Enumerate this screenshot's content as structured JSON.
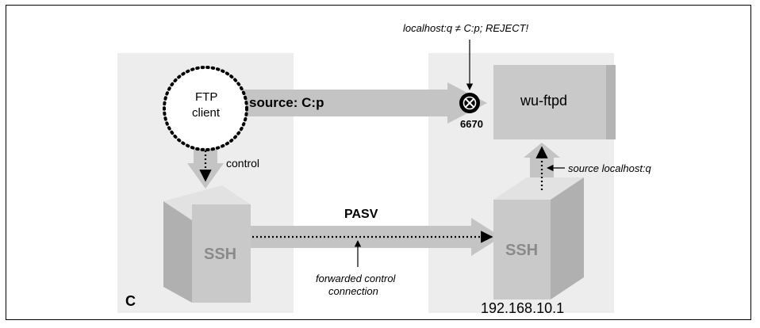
{
  "labels": {
    "reject_note": "localhost:q ≠ C:p; REJECT!",
    "ftp_client": [
      "FTP",
      "client"
    ],
    "source_cp": "source: C:p",
    "port": "6670",
    "wu_ftpd": "wu-ftpd",
    "control": "control",
    "source_localhost": "source localhost:q",
    "pasv": "PASV",
    "ssh_left": "SSH",
    "ssh_right": "SSH",
    "forwarded": [
      "forwarded control",
      "connection"
    ],
    "host_c": "C",
    "host_ip": "192.168.10.1"
  },
  "colors": {
    "host_zone": "#ededed",
    "arrow_band": "#c4c4c4",
    "cube_front": "#c9c9c9",
    "cube_top": "#e2e2e2",
    "cube_side": "#b0b0b0",
    "ssh_text": "#8a8a8a",
    "ink": "#000000"
  },
  "icons": {
    "reject": "circled-x-icon"
  }
}
